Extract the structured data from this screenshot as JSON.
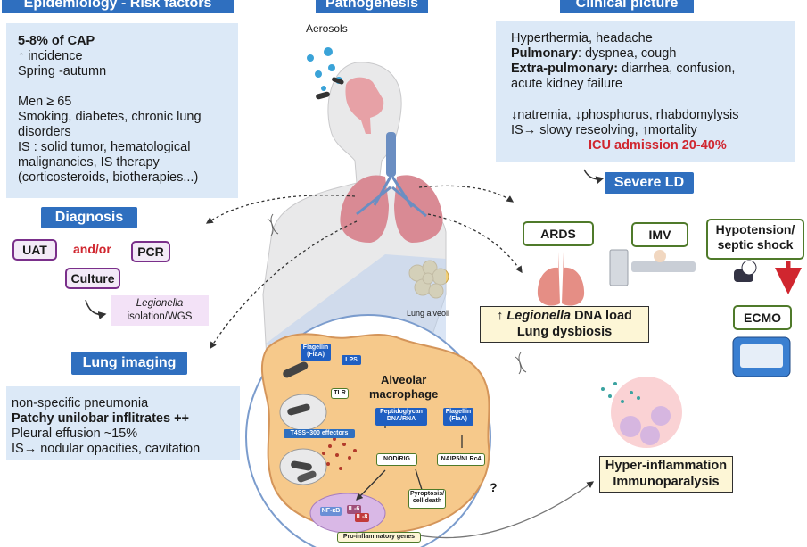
{
  "headers": {
    "epidemiology": "Epidemiology - Risk factors",
    "pathogenesis": "Pathogenesis",
    "clinical": "Clinical picture"
  },
  "epidemiology": {
    "lines": [
      "5-8% of CAP",
      "↑ incidence",
      "Spring -autumn",
      "Men ≥ 65",
      "Smoking, diabetes, chronic lung",
      "disorders",
      "IS : solid tumor, hematological",
      "malignancies, IS therapy",
      "(corticosteroids, biotherapies...)"
    ]
  },
  "aerosols": "Aerosols",
  "clinical": {
    "line1": "Hyperthermia, headache",
    "pulmonary_label": "Pulmonary",
    "pulmonary_text": ": dyspnea, cough",
    "extra_label": "Extra-pulmonary:",
    "extra_text": " diarrhea, confusion,",
    "line4": "acute kidney failure",
    "line5": "↓natremia, ↓phosphorus, rhabdomylysis",
    "line6": "IS→ slowy reseolving, ↑mortality",
    "icu": "ICU admission 20-40%"
  },
  "severe_ld": "Severe LD",
  "diagnosis": {
    "title": "Diagnosis",
    "uat": "UAT",
    "andor": "and/or",
    "pcr": "PCR",
    "culture": "Culture",
    "legionella": "Legionella",
    "isolation": "isolation/WGS"
  },
  "lung_imaging": {
    "title": "Lung imaging",
    "l1": "non-specific pneumonia",
    "l2": "Patchy unilobar inflitrates ++",
    "l3": "Pleural effusion ~15%",
    "l4": "IS→ nodular opacities, cavitation"
  },
  "severe": {
    "ards": "ARDS",
    "imv": "IMV",
    "hypotension": "Hypotension/\nseptic shock",
    "ecmo": "ECMO",
    "dna_prefix": "↑ ",
    "dna_italic": "Legionella",
    "dna_suffix": " DNA load",
    "dysbiosis": "Lung dysbiosis",
    "hyper1": "Hyper-inflammation",
    "hyper2": "Immunoparalysis"
  },
  "lung_alveoli": "Lung alveoli",
  "macrophage": {
    "title1": "Alveolar",
    "title2": "macrophage",
    "flagellin": "Flagellin\n(FlaA)",
    "lps": "LPS",
    "tlr": "TLR",
    "t4ss": "T4SS~300 effectors",
    "peptidoglycan": "Peptidoglycan\nDNA/RNA",
    "flagellin2": "Flagellin\n(FlaA)",
    "nod": "NOD/RIG",
    "naip": "NAIP5/NLRc4",
    "pyroptosis": "Pyroptosis/\ncell death",
    "nfkb": "NF-κB",
    "il6": "IL-6",
    "il8": "IL-8",
    "genes": "Pro-inflammatory genes"
  },
  "question": "?"
}
